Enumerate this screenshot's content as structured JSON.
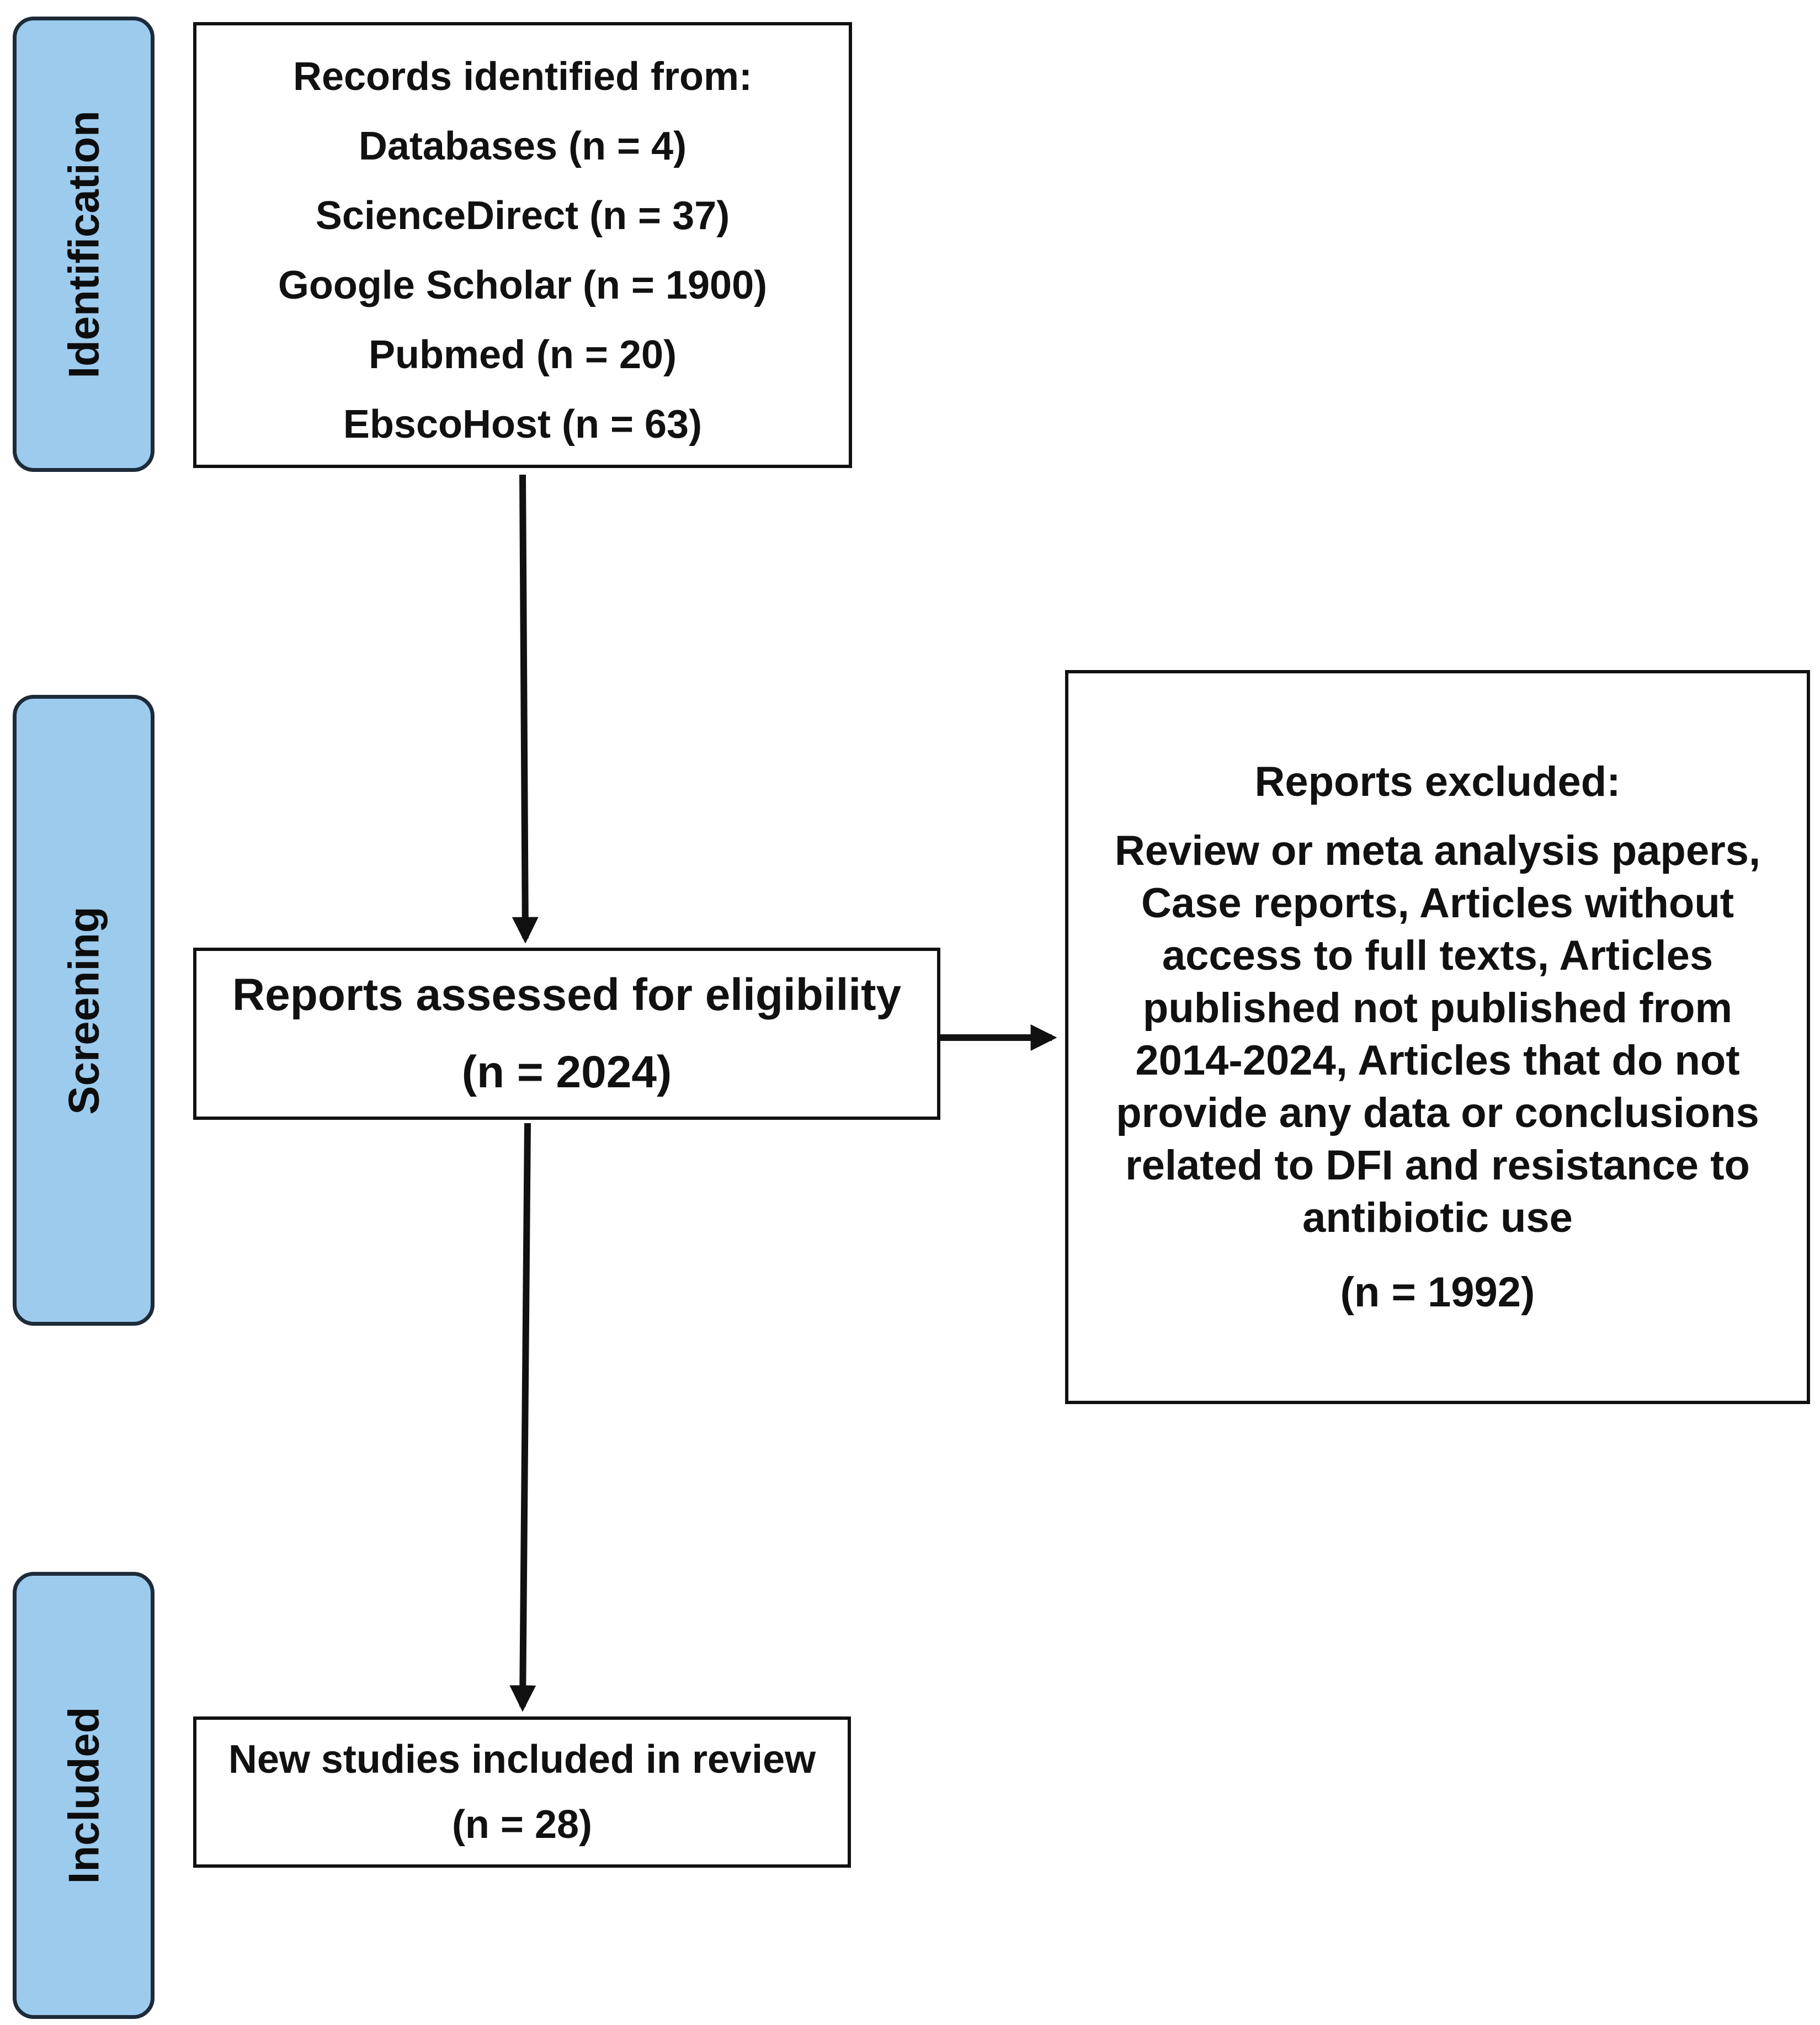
{
  "colors": {
    "stage_fill": "#9dcbee",
    "stage_border": "#1d2b39",
    "box_border": "#111111",
    "text": "#111111"
  },
  "stages": {
    "identification": "Identification",
    "screening": "Screening",
    "included": "Included"
  },
  "records_identified": {
    "title": "Records identified from:",
    "sources": [
      "Databases  (n = 4)",
      "ScienceDirect (n = 37)",
      "Google Scholar (n = 1900)",
      "Pubmed (n = 20)",
      "EbscoHost (n = 63)"
    ]
  },
  "reports_assessed": {
    "title": "Reports assessed  for eligibility",
    "count": "(n = 2024)"
  },
  "reports_excluded": {
    "title": "Reports excluded:",
    "reasons": [
      "Review or meta analysis papers,",
      "Case reports, Articles without",
      "access to full texts, Articles",
      "published not published from",
      "2014-2024, Articles that do not",
      "provide any data or conclusions",
      "related to DFI and resistance to",
      "antibiotic use"
    ],
    "count": "(n = 1992)"
  },
  "studies_included": {
    "title": "New studies included in review",
    "count": "(n = 28)"
  }
}
